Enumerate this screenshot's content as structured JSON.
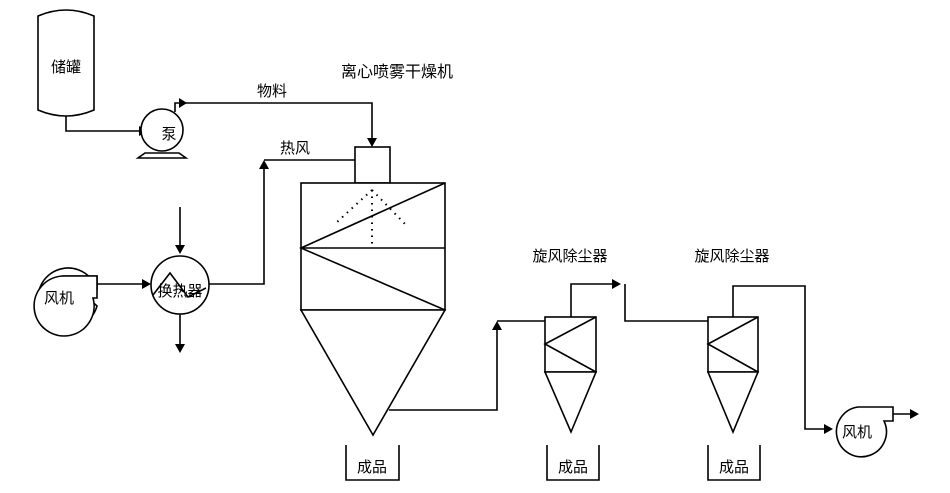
{
  "diagram": {
    "title": "离心喷雾干燥机",
    "tank_label": "储罐",
    "pump_label": "泵",
    "material_label": "物料",
    "hot_air_label": "热风",
    "fan_in_label": "风机",
    "heat_exchanger_label": "换热器",
    "cyclone1_label": "旋风除尘器",
    "cyclone2_label": "旋风除尘器",
    "fan_out_label": "风机",
    "product_labels": [
      "成品",
      "成品",
      "成品"
    ]
  }
}
